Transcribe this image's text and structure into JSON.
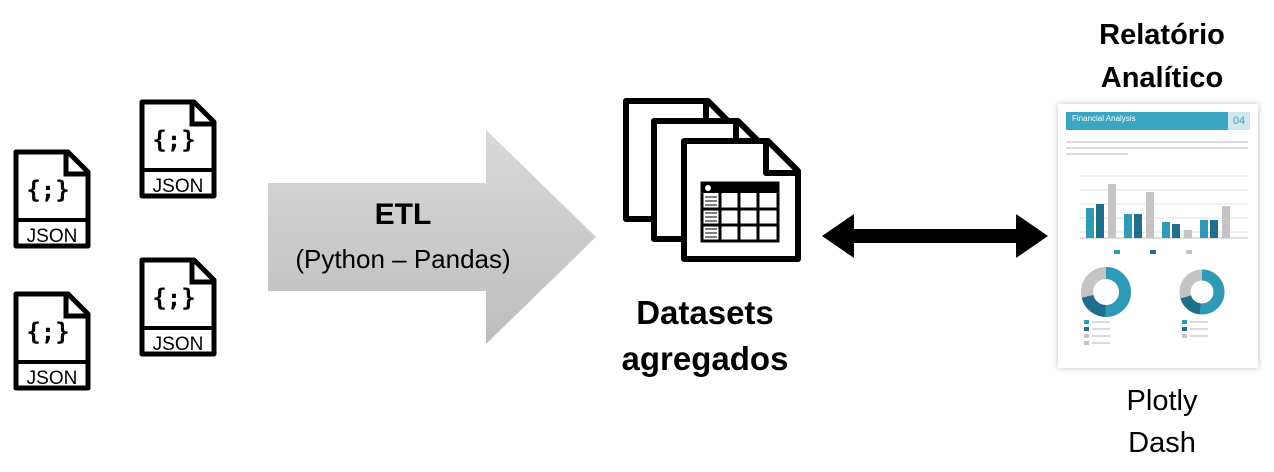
{
  "sources": {
    "file_label": "JSON",
    "file_glyph": "{;}",
    "file_icon": "json-file-icon",
    "count": 4
  },
  "etl": {
    "title": "ETL",
    "subtitle": "(Python – Pandas)",
    "arrow_color": "#c8c8c8"
  },
  "datasets": {
    "label_line1": "Datasets",
    "label_line2": "agregados",
    "icon": "stacked-table-files-icon"
  },
  "connector": {
    "icon": "double-headed-arrow-icon"
  },
  "report": {
    "title_line1": "Relatório",
    "title_line2": "Analítico",
    "thumbnail_header": "Financial Analysis",
    "thumbnail_page": "04",
    "footer_line1": "Plotly",
    "footer_line2": "Dash",
    "accent_color": "#3aa6c2"
  }
}
